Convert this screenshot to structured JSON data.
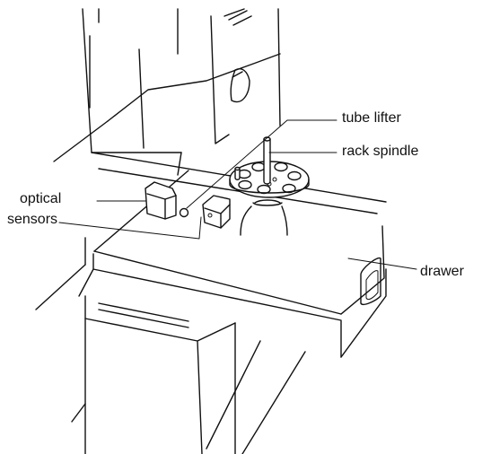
{
  "callouts": {
    "tube_lifter": "tube lifter",
    "rack_spindle": "rack spindle",
    "optical_sensors_line1": "optical",
    "optical_sensors_line2": "sensors",
    "drawer": "drawer"
  }
}
